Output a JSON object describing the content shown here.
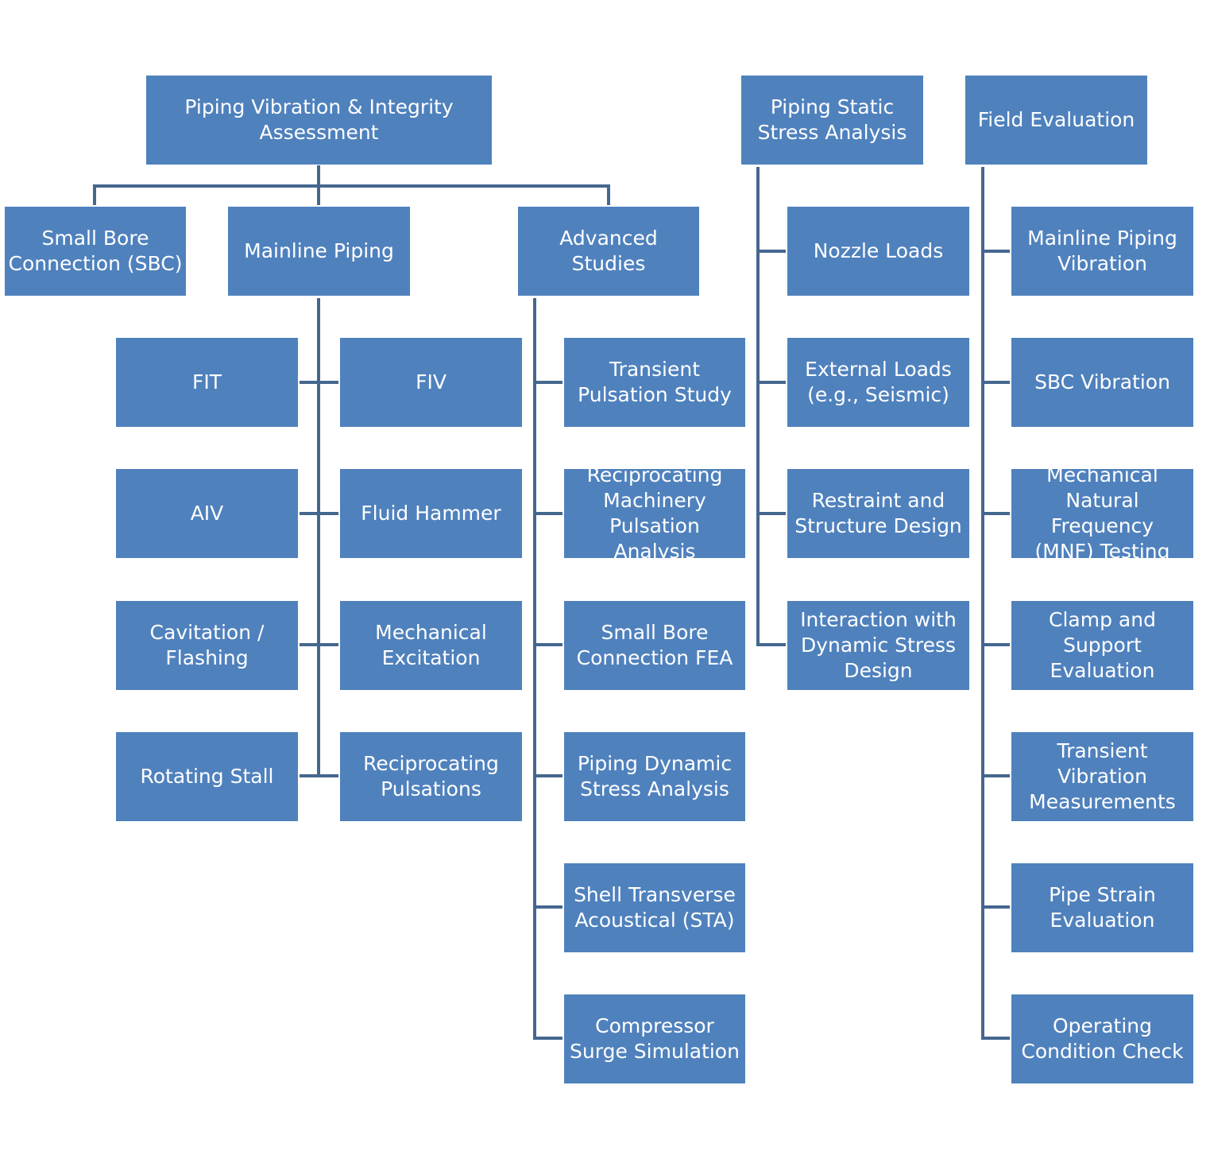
{
  "groups": {
    "vibration": {
      "title": "Piping Vibration & Integrity\nAssessment",
      "small_bore": "Small Bore\nConnection (SBC)",
      "mainline": "Mainline Piping",
      "advanced": "Advanced Studies",
      "mainline_items": [
        "FIT",
        "FIV",
        "AIV",
        "Fluid Hammer",
        "Cavitation /\nFlashing",
        "Mechanical\nExcitation",
        "Rotating Stall",
        "Reciprocating\nPulsations"
      ],
      "advanced_items": [
        "Transient\nPulsation Study",
        "Reciprocating\nMachinery\nPulsation Analysis",
        "Small Bore\nConnection FEA",
        "Piping Dynamic\nStress Analysis",
        "Shell Transverse\nAcoustical (STA)",
        "Compressor\nSurge Simulation"
      ]
    },
    "static": {
      "title": "Piping Static\nStress Analysis",
      "items": [
        "Nozzle Loads",
        "External Loads\n(e.g., Seismic)",
        "Restraint and\nStructure Design",
        "Interaction with\nDynamic Stress\nDesign"
      ]
    },
    "field": {
      "title": "Field Evaluation",
      "items": [
        "Mainline Piping\nVibration",
        "SBC Vibration",
        "Mechanical\nNatural Frequency\n(MNF) Testing",
        "Clamp and\nSupport\nEvaluation",
        "Transient\nVibration\nMeasurements",
        "Pipe Strain\nEvaluation",
        "Operating\nCondition Check"
      ]
    }
  },
  "colors": {
    "box_fill": "#4f81bd",
    "connector": "#44678f",
    "text": "#ffffff"
  }
}
